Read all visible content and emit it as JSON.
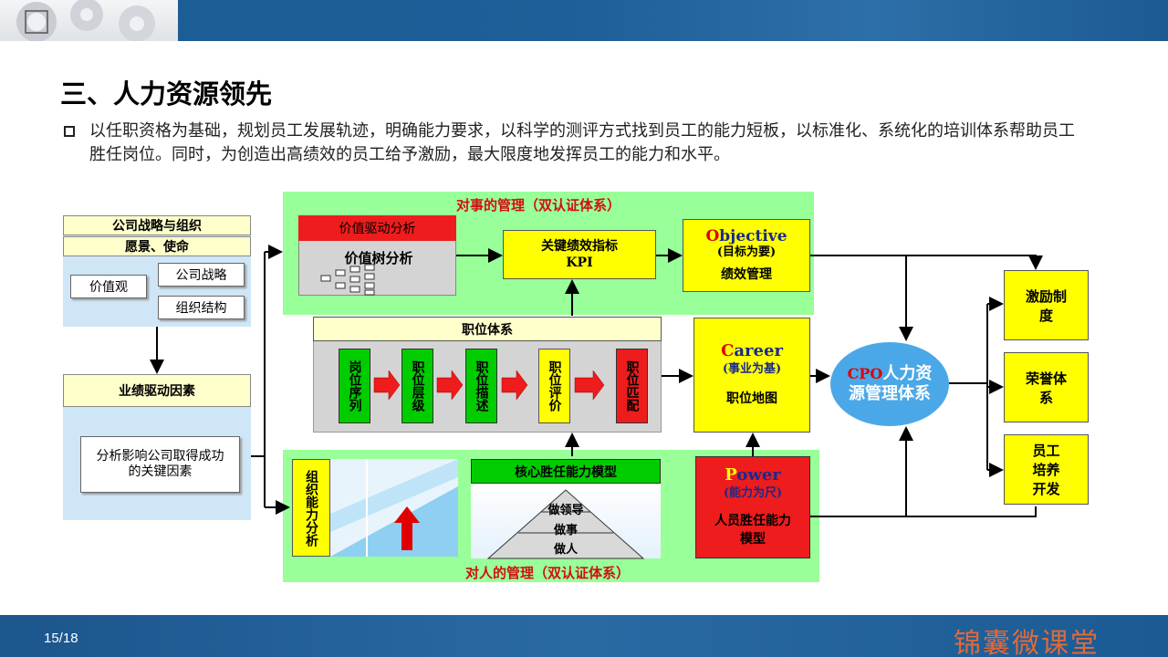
{
  "header": {
    "logo": "gear-logo"
  },
  "title": "三、人力资源领先",
  "paragraph": "以任职资格为基础，规划员工发展轨迹，明确能力要求，以科学的测评方式找到员工的能力短板，以标准化、系统化的培训体系帮助员工胜任岗位。同时，为创造出高绩效的员工给予激励，最大限度地发挥员工的能力和水平。",
  "left": {
    "strategy": "公司战略与组织",
    "vision": "愿景、使命",
    "values": "价值观",
    "corp_strategy": "公司战略",
    "org_structure": "组织结构",
    "drivers": "业绩驱动因素",
    "analysis": "分析影响公司取得成功的关键因素"
  },
  "top_panel": {
    "title": "对事的管理（双认证体系）",
    "value_driver": "价值驱动分析",
    "value_tree": "价值树分析",
    "kpi_line1": "关键绩效指标",
    "kpi_line2": "KPI",
    "objective_first": "O",
    "objective_rest": "bjective",
    "objective_sub": "(目标为要)",
    "objective_label": "绩效管理"
  },
  "middle_panel": {
    "title": "职位体系",
    "steps": [
      "岗位序列",
      "职位层级",
      "职位描述",
      "职位评价",
      "职位匹配"
    ],
    "career_first": "C",
    "career_rest": "areer",
    "career_sub": "(事业为基)",
    "career_label": "职位地图"
  },
  "bottom_panel": {
    "title": "对人的管理（双认证体系）",
    "org_ability": "组织能力分析",
    "competency": "核心胜任能力模型",
    "pyramid": [
      "做领导",
      "做事",
      "做人"
    ],
    "power_first": "P",
    "power_rest": "ower",
    "power_sub": "(能力为尺)",
    "power_label": "人员胜任能力模型"
  },
  "cpo": {
    "prefix": "CPO",
    "text": "人力资源管理体系"
  },
  "right": [
    "激励制度",
    "荣誉体系",
    "员工培养开发"
  ],
  "footer": {
    "page": "15/18",
    "brand": "锦囊微课堂"
  },
  "colors": {
    "bar": "#1f5f99",
    "green_panel": "#99ff99",
    "gray_panel": "#d4d4d4",
    "yellow": "#ffff00",
    "red": "#ee1c1c",
    "cpo": "#4aa8e8"
  }
}
